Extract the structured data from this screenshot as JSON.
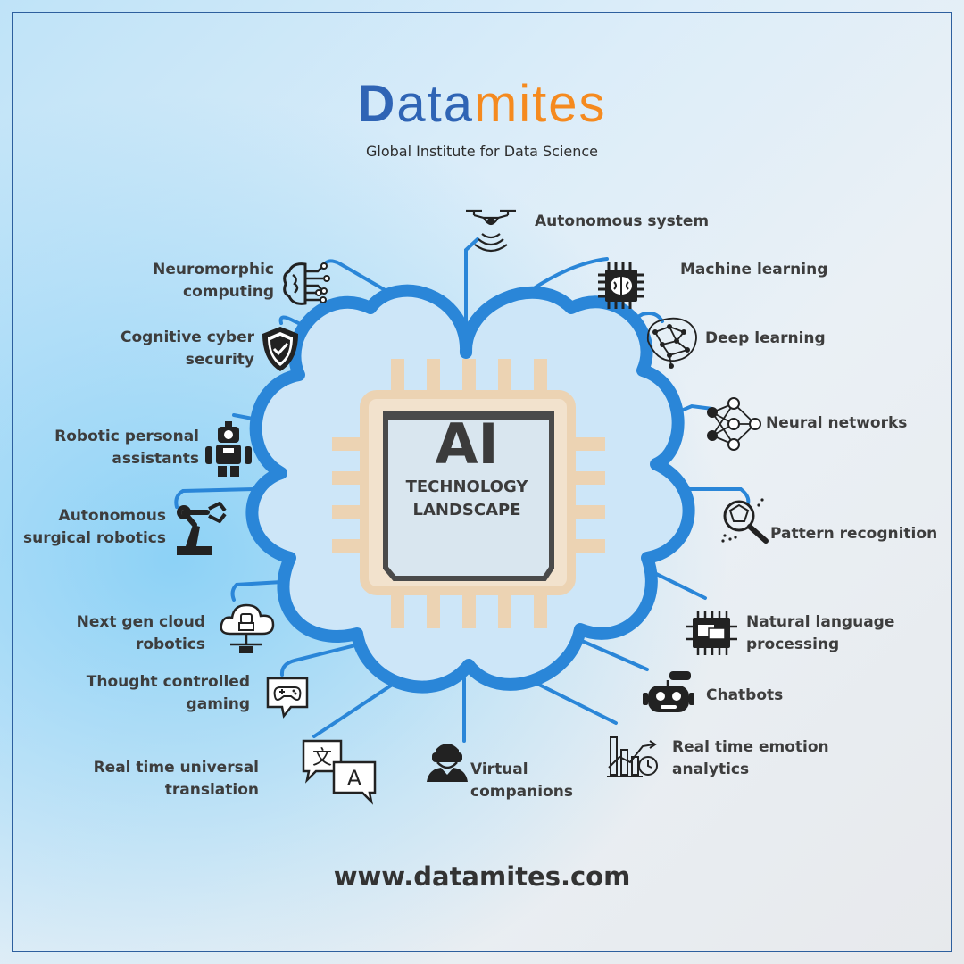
{
  "brand": {
    "logo_letter": "D",
    "logo_part2": "ata",
    "logo_part3": "mites",
    "tagline": "Global Institute for Data Science",
    "colors": {
      "blue": "#2f64b5",
      "orange": "#f58a1f",
      "line_blue": "#2a86d8"
    }
  },
  "center": {
    "title": "AI",
    "line1": "TECHNOLOGY",
    "line2": "LANDSCAPE"
  },
  "topics": {
    "autonomous_system": {
      "label": "Autonomous system",
      "icon": "drone-icon"
    },
    "machine_learning": {
      "label": "Machine learning",
      "icon": "chip-brain-icon"
    },
    "deep_learning": {
      "label": "Deep learning",
      "icon": "network-brain-icon"
    },
    "neural_networks": {
      "label": "Neural networks",
      "icon": "neural-network-icon"
    },
    "pattern_recognition": {
      "label": "Pattern recognition",
      "icon": "magnifier-icon"
    },
    "nlp": {
      "label": "Natural language\nprocessing",
      "icon": "nlp-chip-icon"
    },
    "chatbots": {
      "label": "Chatbots",
      "icon": "robot-head-icon"
    },
    "emotion_analytics": {
      "label": "Real time emotion\nanalytics",
      "icon": "analytics-chart-icon"
    },
    "virtual_companions": {
      "label": "Virtual\ncompanions",
      "icon": "vr-person-icon"
    },
    "universal_translation": {
      "label": "Real time universal\ntranslation",
      "icon": "translate-icon"
    },
    "thought_gaming": {
      "label": "Thought controlled\ngaming",
      "icon": "gamepad-bubble-icon"
    },
    "cloud_robotics": {
      "label": "Next gen cloud\nrobotics",
      "icon": "cloud-robot-icon"
    },
    "surgical_robotics": {
      "label": "Autonomous\nsurgical robotics",
      "icon": "robot-arm-icon"
    },
    "personal_assistants": {
      "label": "Robotic personal\nassistants",
      "icon": "robot-icon"
    },
    "cyber_security": {
      "label": "Cognitive cyber\nsecurity",
      "icon": "shield-check-icon"
    },
    "neuromorphic": {
      "label": "Neuromorphic\ncomputing",
      "icon": "brain-circuit-icon"
    }
  },
  "footer": {
    "url": "www.datamites.com"
  }
}
